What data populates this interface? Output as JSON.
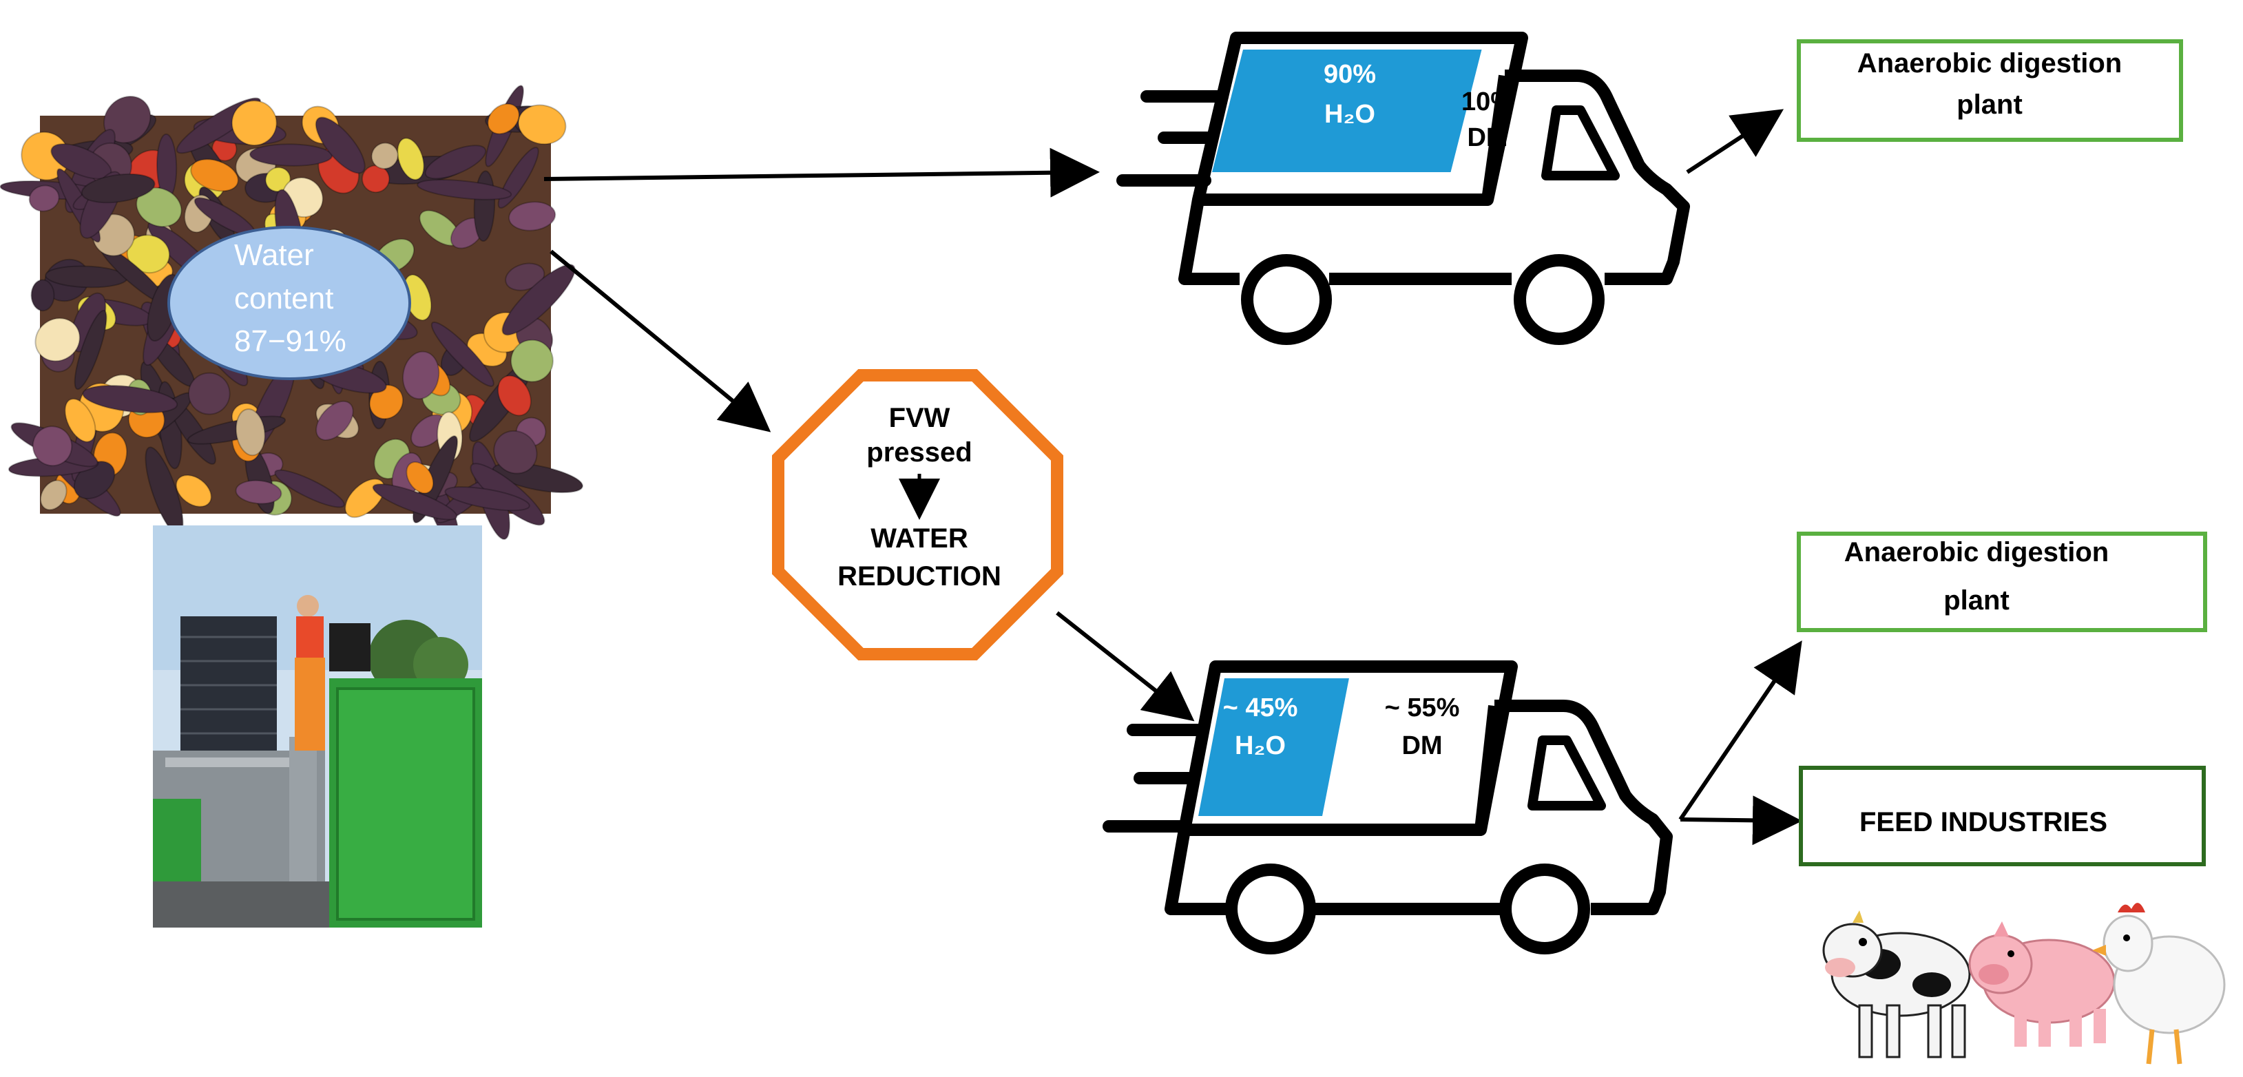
{
  "photo_label": {
    "line1": "Water",
    "line2": "content",
    "line3": "87−91%"
  },
  "process": {
    "line1": "FVW",
    "line2": "pressed",
    "line3": "WATER",
    "line4": "REDUCTION"
  },
  "truck_top": {
    "water_pct": "90%",
    "water_label": "H₂O",
    "dm_pct": "10%",
    "dm_label": "DM",
    "water_fraction": 0.9
  },
  "truck_bottom": {
    "water_pct": "~ 45%",
    "water_label": "H₂O",
    "dm_pct": "~ 55%",
    "dm_label": "DM",
    "water_fraction": 0.45
  },
  "dest_top": {
    "line1": "Anaerobic digestion",
    "line2": "plant"
  },
  "dest_mid": {
    "line1": "Anaerobic digestion",
    "line2": "plant"
  },
  "dest_feed": {
    "label": "FEED INDUSTRIES"
  },
  "colors": {
    "water": "#1f9ad6",
    "green_box": "#5ab040",
    "dark_green_box": "#2d6b1f",
    "octagon": "#f07a1e",
    "ellipse": "#a9c9ee"
  }
}
